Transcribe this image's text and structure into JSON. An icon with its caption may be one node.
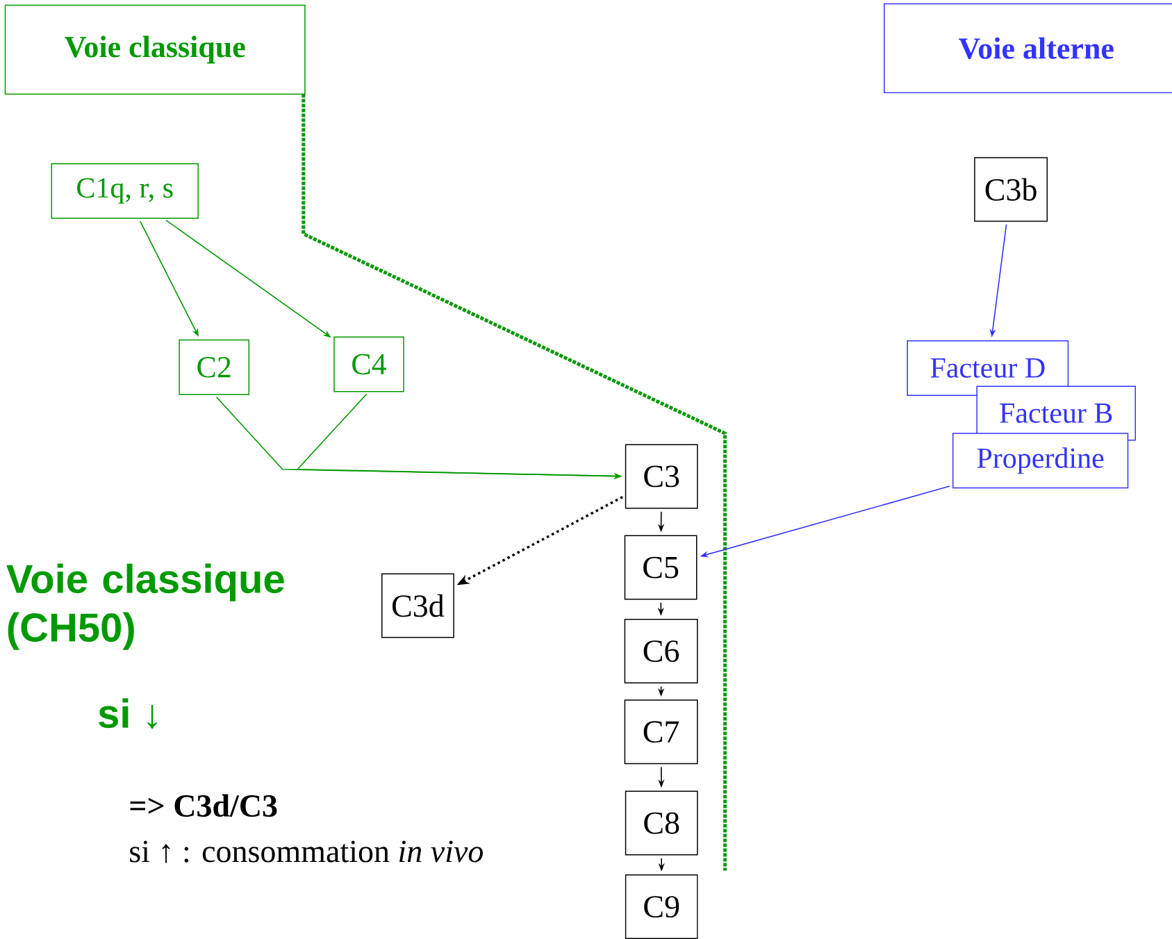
{
  "diagram": {
    "nodes": [
      {
        "text": [
          "Voie classique"
        ]
      },
      {
        "text": [
          "Voie alterne"
        ]
      },
      {
        "text": [
          "C1q, r, s"
        ]
      },
      {
        "text": [
          "C2"
        ]
      },
      {
        "text": [
          "C4"
        ]
      },
      {
        "text": [
          "C3"
        ]
      },
      {
        "text": [
          "C5"
        ]
      },
      {
        "text": [
          "C6"
        ]
      },
      {
        "text": [
          "C7"
        ]
      },
      {
        "text": [
          "C8"
        ]
      },
      {
        "text": [
          "C9"
        ]
      },
      {
        "text": [
          "C3d"
        ]
      },
      {
        "text": [
          "C3b"
        ]
      },
      {
        "text": [
          "Facteur D"
        ]
      },
      {
        "text": [
          "Facteur B"
        ]
      },
      {
        "text": [
          "Properdine"
        ]
      }
    ],
    "edges": [
      {
        "from": 2,
        "to": 3,
        "arrow": "to",
        "color": "#009900"
      },
      {
        "from": 2,
        "to": 4,
        "arrow": "to",
        "color": "#009900"
      },
      {
        "from": 3,
        "to": 5,
        "arrow": "to",
        "color": "#009900"
      },
      {
        "from": 4,
        "to": 5,
        "arrow": "to",
        "color": "#009900"
      },
      {
        "from": 5,
        "to": 11,
        "arrow": "to",
        "style": "dashed"
      },
      {
        "from": 5,
        "to": 6,
        "arrow": "to"
      },
      {
        "from": 6,
        "to": 7,
        "arrow": "to"
      },
      {
        "from": 7,
        "to": 8,
        "arrow": "to"
      },
      {
        "from": 8,
        "to": 9,
        "arrow": "to"
      },
      {
        "from": 9,
        "to": 10,
        "arrow": "to"
      },
      {
        "from": 12,
        "to": 13,
        "arrow": "to",
        "color": "#3333ff"
      },
      {
        "from": 15,
        "to": 6,
        "arrow": "to",
        "color": "#3333ff"
      }
    ],
    "labels": [
      "Voie classique (CH50)",
      "si ↓",
      "=> C3d/C3",
      "si ↑ : consommation *in vivo*"
    ]
  }
}
